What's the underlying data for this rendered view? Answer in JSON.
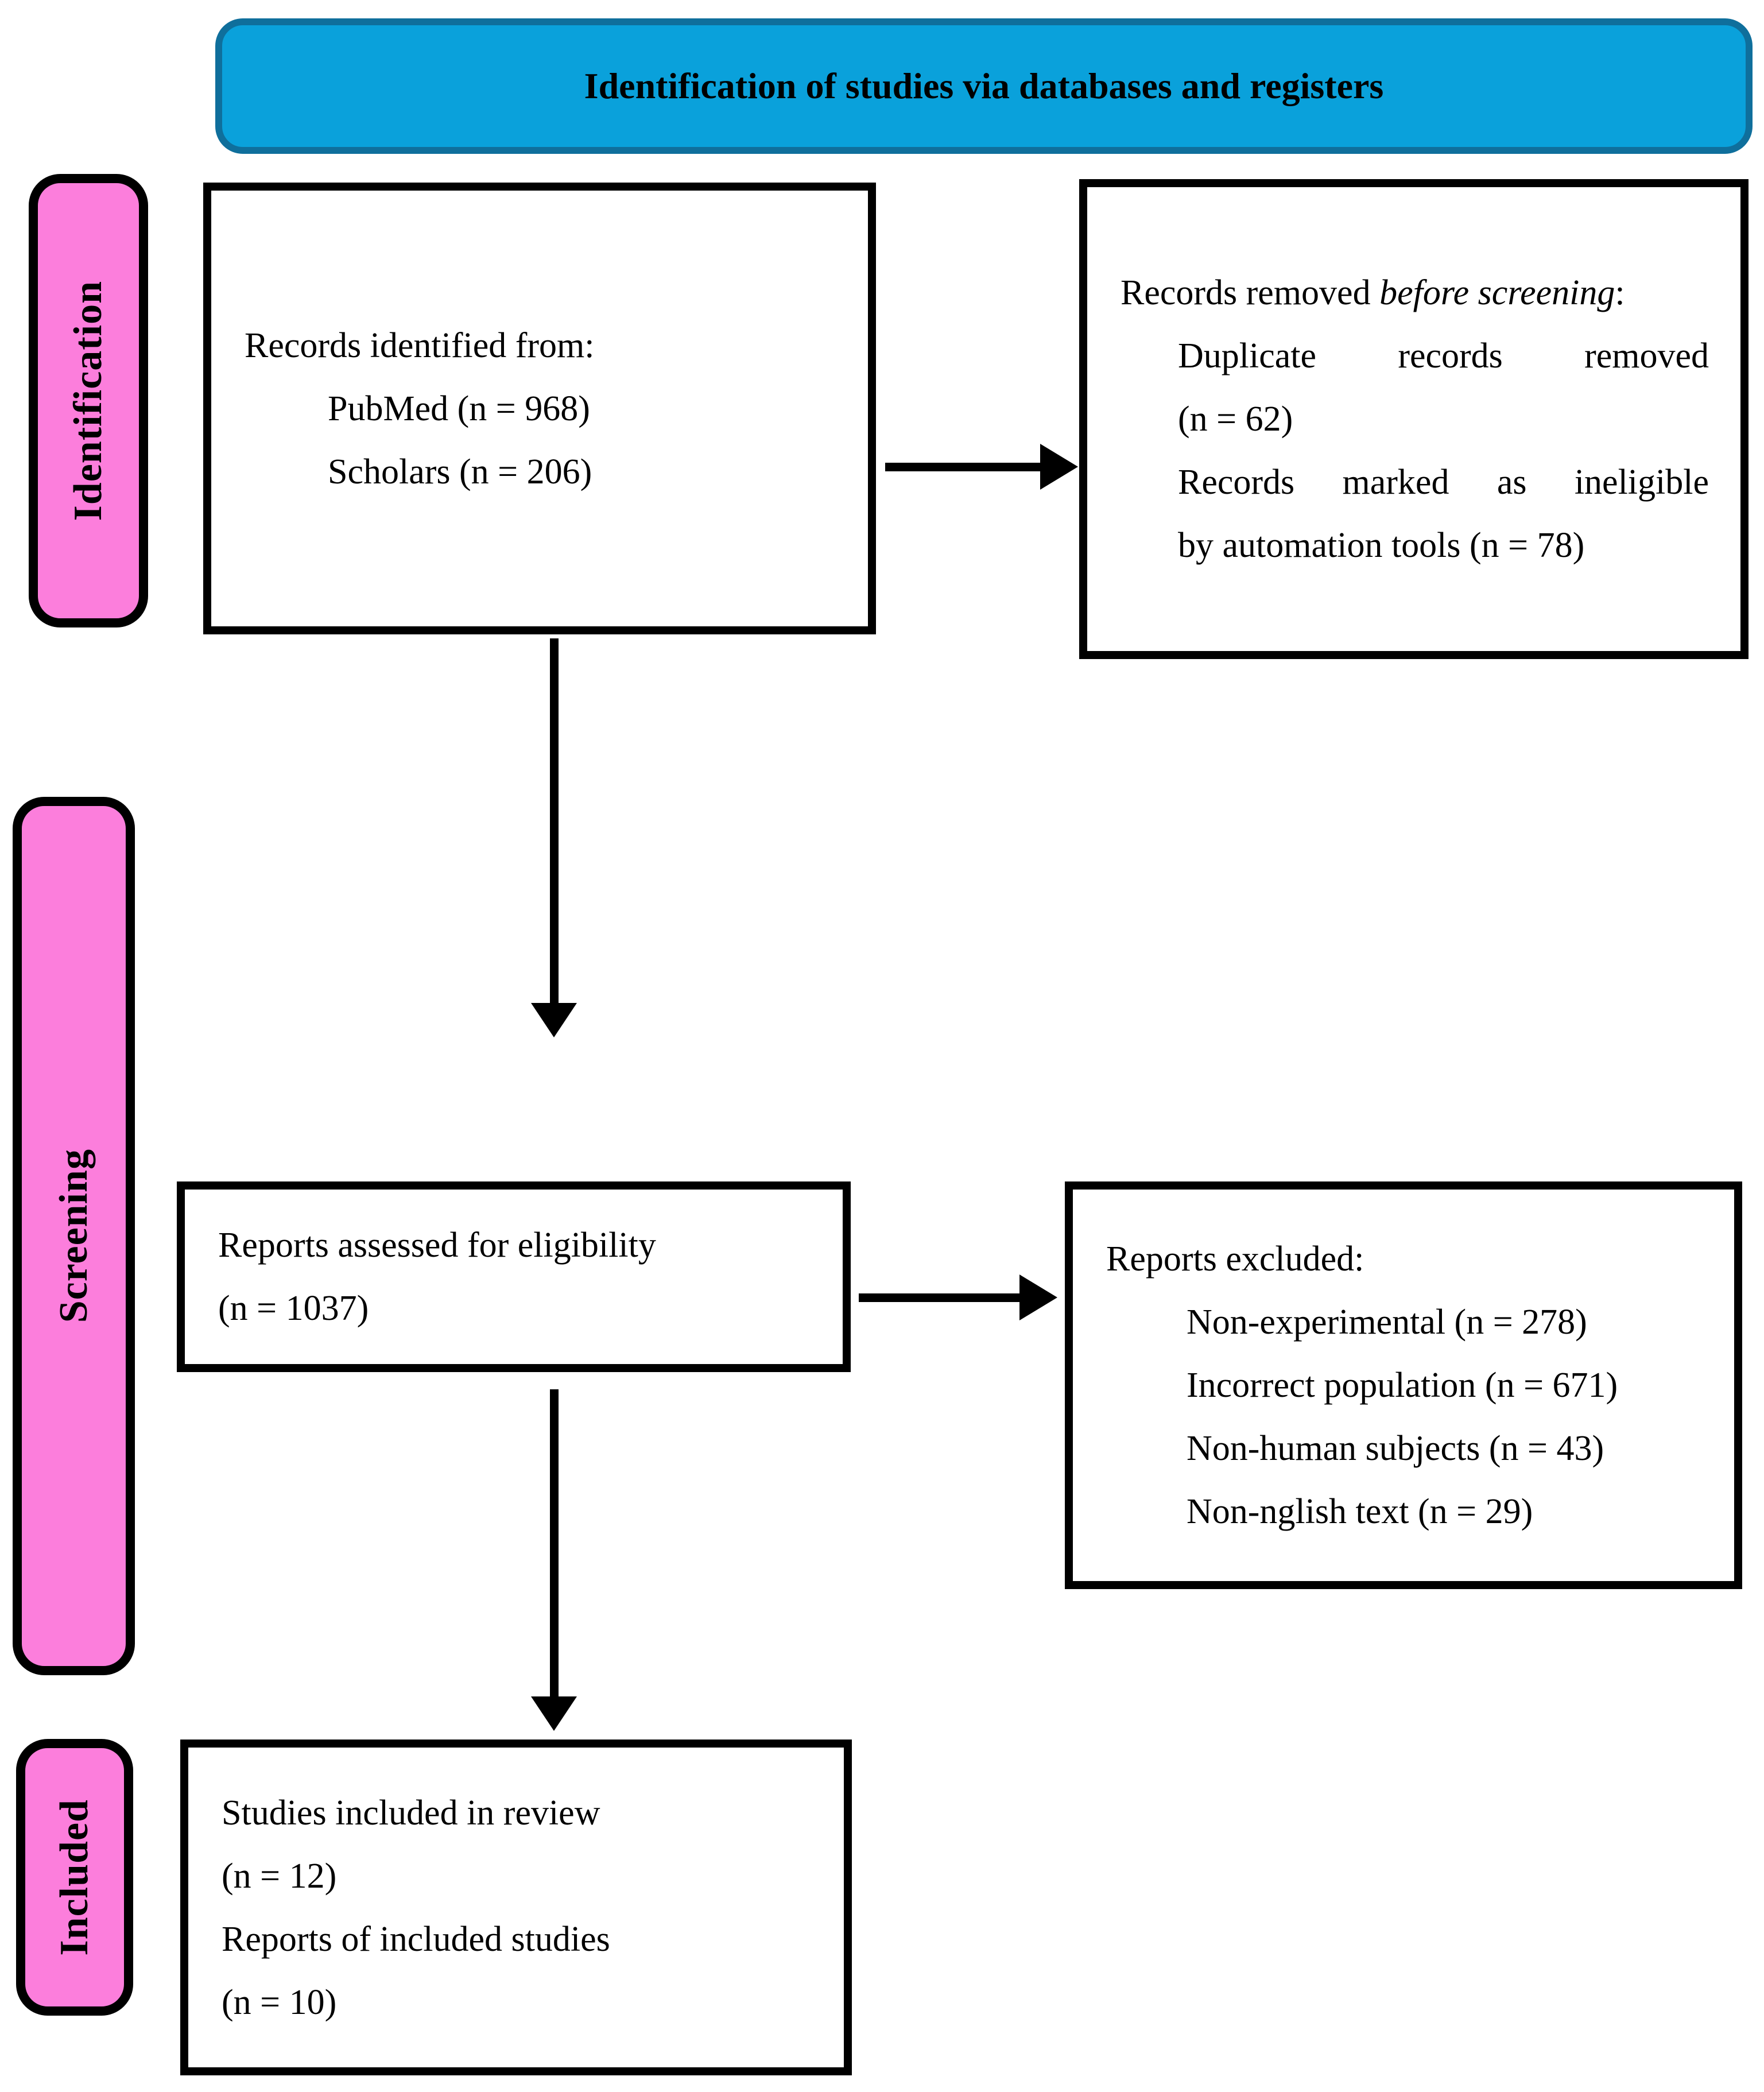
{
  "header": {
    "title": "Identification of studies via databases and registers"
  },
  "side_labels": {
    "identification": "Identification",
    "screening": "Screening",
    "included": "Included"
  },
  "boxes": {
    "identified": {
      "heading": "Records identified from:",
      "items": [
        "PubMed (n = 968)",
        "Scholars (n = 206)"
      ]
    },
    "removed": {
      "heading_prefix": "Records removed ",
      "heading_italic": "before screening",
      "heading_suffix": ":",
      "items": [
        {
          "line1": "Duplicate records removed",
          "line2": "(n = 62)"
        },
        {
          "line1": "Records marked as ineligible",
          "line2": "by automation tools (n = 78)"
        }
      ]
    },
    "assessed": {
      "lines": [
        "Reports assessed for eligibility",
        "(n = 1037)"
      ]
    },
    "excluded": {
      "heading": "Reports excluded:",
      "items": [
        "Non-experimental (n = 278)",
        "Incorrect population (n = 671)",
        "Non-human subjects (n = 43)",
        "Non-nglish text (n = 29)"
      ]
    },
    "included": {
      "lines": [
        "Studies included in review",
        "(n = 12)",
        "Reports of included studies",
        "(n = 10)"
      ]
    }
  },
  "colors": {
    "header_fill": "#0AA1DB",
    "header_edge": "#0F6F9C",
    "label_fill": "#FC7EDC",
    "box_border": "#000000",
    "background": "#FFFFFF"
  }
}
